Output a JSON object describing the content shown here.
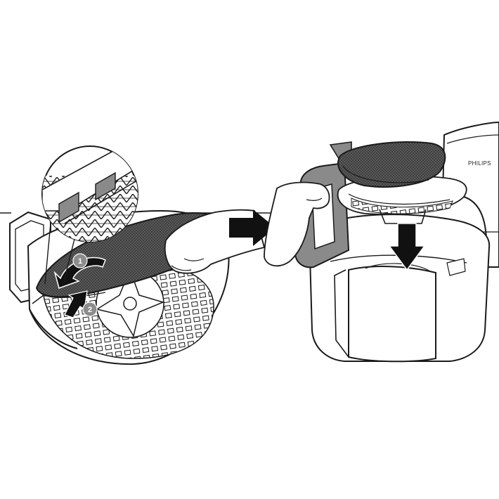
{
  "brand_label": "PHILIPS",
  "steps": [
    {
      "number": "1",
      "action": "rotate-clip-under"
    },
    {
      "number": "2",
      "action": "press-down"
    }
  ],
  "colors": {
    "line": "#1a1a1a",
    "mesh_dark": "#3c3c3c",
    "handle_gray": "#8a8a8a",
    "arrow": "#111111",
    "badge": "#8c8c8c",
    "background": "#ffffff"
  },
  "icons": [
    "step-arrow-icon",
    "down-arrow-icon",
    "hand-icon"
  ]
}
